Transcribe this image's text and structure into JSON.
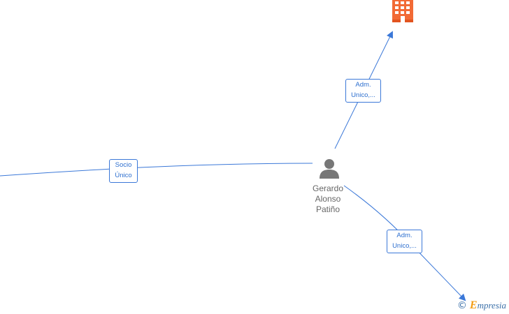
{
  "edges": [
    {
      "id": "socio",
      "label_lines": [
        "Socio",
        "Único"
      ]
    },
    {
      "id": "adm-top",
      "label_lines": [
        "Adm.",
        "Unico,..."
      ]
    },
    {
      "id": "adm-bottom",
      "label_lines": [
        "Adm.",
        "Unico,..."
      ]
    }
  ],
  "person": {
    "name_lines": [
      "Gerardo",
      "Alonso",
      "Patiño"
    ],
    "icon": "person-icon"
  },
  "company": {
    "icon": "building-icon",
    "color": "#f26a35"
  },
  "colors": {
    "edge": "#3b78d8",
    "person": "#777777"
  },
  "brand": {
    "copyright": "©",
    "first_letter": "E",
    "rest": "mpresia"
  }
}
